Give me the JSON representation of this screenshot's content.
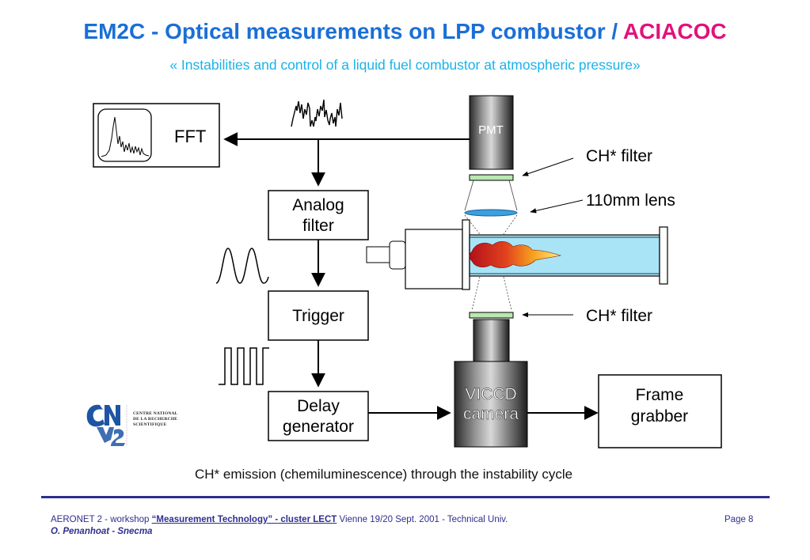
{
  "header": {
    "title_main": "EM2C - Optical measurements on LPP combustor / ",
    "title_accent": "ACIACOC",
    "subtitle": "« Instabilities and control of a liquid fuel combustor at atmospheric pressure»"
  },
  "diagram": {
    "fft_label": "FFT",
    "pmt_label": "PMT",
    "analog_filter_line1": "Analog",
    "analog_filter_line2": "filter",
    "trigger_label": "Trigger",
    "delay_line1": "Delay",
    "delay_line2": "generator",
    "ch_filter_top": "CH* filter",
    "lens_label": "110mm lens",
    "ch_filter_bottom": "CH* filter",
    "viccd_line1": "VICCD",
    "viccd_line2": "camera",
    "frame_line1": "Frame",
    "frame_line2": "grabber",
    "logo_lines": [
      "CENTRE NATIONAL",
      "DE LA RECHERCHE",
      "SCIENTIFIQUE"
    ],
    "colors": {
      "flame_dark": "#c1121f",
      "flame_light": "#ffe066",
      "chamber": "#a8e4f6",
      "filter": "#b9e8b0",
      "lens": "#3aa0e0",
      "logo_blue": "#1d55a3"
    }
  },
  "caption": "CH* emission (chemiluminescence) through the instability cycle",
  "footer": {
    "prefix": "AERONET 2  - workshop ",
    "link": "“Measurement Technology” - cluster LECT",
    "suffix": "  Vienne 19/20 Sept. 2001 - Technical Univ.",
    "author": "O. Penanhoat - Snecma",
    "page": "Page 8"
  }
}
